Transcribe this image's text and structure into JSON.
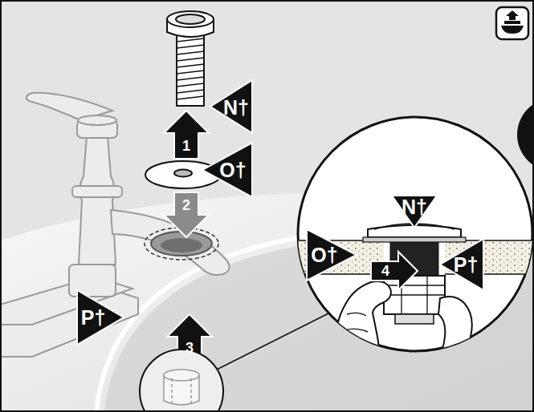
{
  "diagram": {
    "labels": [
      "N†",
      "1",
      "O†",
      "2",
      "3",
      "P†",
      "N†",
      "O†",
      "4",
      "P†"
    ]
  }
}
